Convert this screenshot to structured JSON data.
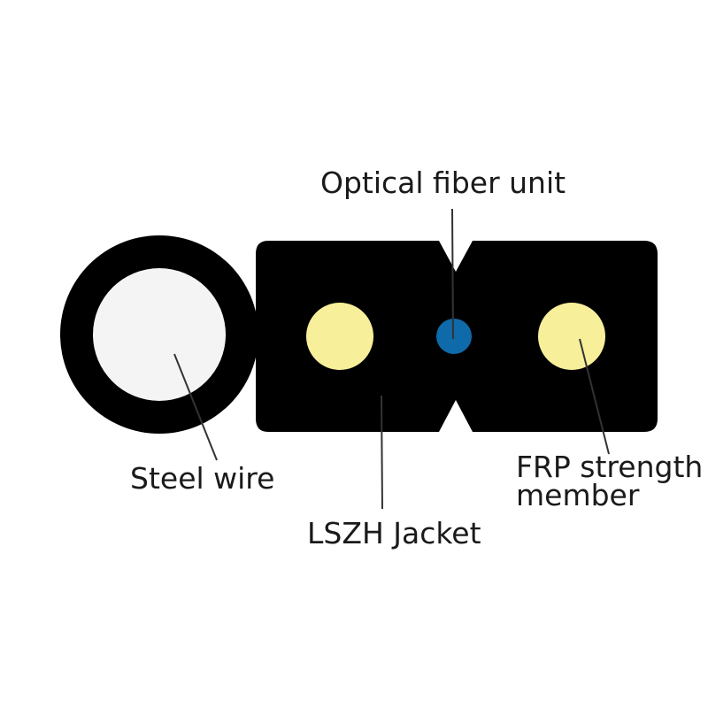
{
  "labels": {
    "optical_fiber_unit": "Optical fiber unit",
    "steel_wire": "Steel wire",
    "lszh_jacket": "LSZH Jacket",
    "frp_strength_member_line1": "FRP strength",
    "frp_strength_member_line2": "member"
  },
  "colors": {
    "jacket": "#000000",
    "steel_wire_core": "#f4f4f4",
    "frp_member": "#f7ef9a",
    "optical_fiber": "#0e6aa8",
    "leader_line": "#333333",
    "background": "#ffffff"
  }
}
